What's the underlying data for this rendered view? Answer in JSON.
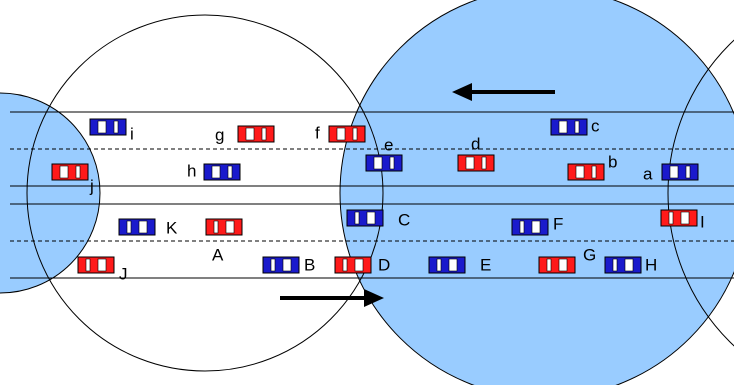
{
  "colors": {
    "shaded_cell": "#99ccff",
    "red_car": "#ff1a1a",
    "blue_car": "#1a1acc",
    "outline": "#000000"
  },
  "cells": [
    {
      "id": "cell-left",
      "shaded": true
    },
    {
      "id": "cell-center-left",
      "shaded": false
    },
    {
      "id": "cell-center-right",
      "shaded": true
    },
    {
      "id": "cell-right",
      "shaded": false
    }
  ],
  "arrows": [
    {
      "id": "upper",
      "direction": "left"
    },
    {
      "id": "lower",
      "direction": "right"
    }
  ],
  "vehicles": [
    {
      "label": "i",
      "color": "blue",
      "facing": "left"
    },
    {
      "label": "g",
      "color": "red",
      "facing": "left"
    },
    {
      "label": "f",
      "color": "red",
      "facing": "left"
    },
    {
      "label": "c",
      "color": "blue",
      "facing": "left"
    },
    {
      "label": "j",
      "color": "red",
      "facing": "left"
    },
    {
      "label": "h",
      "color": "blue",
      "facing": "left"
    },
    {
      "label": "e",
      "color": "blue",
      "facing": "left"
    },
    {
      "label": "d",
      "color": "red",
      "facing": "left"
    },
    {
      "label": "b",
      "color": "red",
      "facing": "left"
    },
    {
      "label": "a",
      "color": "blue",
      "facing": "left"
    },
    {
      "label": "K",
      "color": "blue",
      "facing": "right"
    },
    {
      "label": "A",
      "color": "red",
      "facing": "right"
    },
    {
      "label": "C",
      "color": "blue",
      "facing": "right"
    },
    {
      "label": "F",
      "color": "blue",
      "facing": "right"
    },
    {
      "label": "I",
      "color": "red",
      "facing": "right"
    },
    {
      "label": "J",
      "color": "red",
      "facing": "right"
    },
    {
      "label": "B",
      "color": "blue",
      "facing": "right"
    },
    {
      "label": "D",
      "color": "red",
      "facing": "right"
    },
    {
      "label": "E",
      "color": "blue",
      "facing": "right"
    },
    {
      "label": "G",
      "color": "red",
      "facing": "right"
    },
    {
      "label": "H",
      "color": "blue",
      "facing": "right"
    }
  ]
}
